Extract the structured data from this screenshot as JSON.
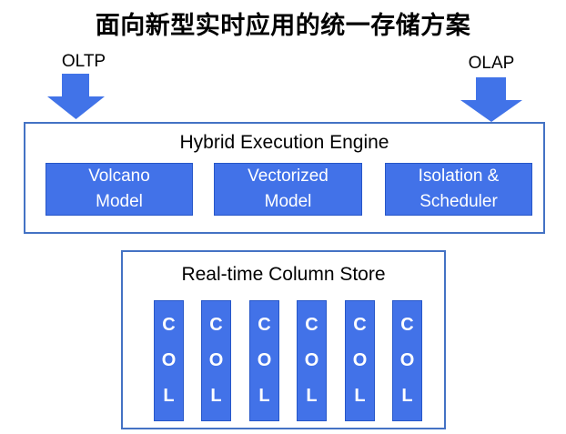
{
  "title": "面向新型实时应用的统一存储方案",
  "workloads": {
    "oltp": {
      "label": "OLTP"
    },
    "olap": {
      "label": "OLAP"
    }
  },
  "engine": {
    "title": "Hybrid Execution Engine",
    "modules": [
      {
        "name": "volcano-model",
        "lines": [
          "Volcano",
          "Model"
        ]
      },
      {
        "name": "vectorized-model",
        "lines": [
          "Vectorized",
          "Model"
        ]
      },
      {
        "name": "isolation-scheduler",
        "lines": [
          "Isolation &",
          "Scheduler"
        ]
      }
    ]
  },
  "store": {
    "title": "Real-time Column Store",
    "columns": [
      {
        "letters": [
          "C",
          "O",
          "L"
        ]
      },
      {
        "letters": [
          "C",
          "O",
          "L"
        ]
      },
      {
        "letters": [
          "C",
          "O",
          "L"
        ]
      },
      {
        "letters": [
          "C",
          "O",
          "L"
        ]
      },
      {
        "letters": [
          "C",
          "O",
          "L"
        ]
      },
      {
        "letters": [
          "C",
          "O",
          "L"
        ]
      }
    ]
  },
  "colors": {
    "fill_blue": "#4272E8",
    "arrow_blue": "#4173E8",
    "inner_border_blue": "#2757C8",
    "outline_blue": "#4472C4",
    "text_black": "#000000",
    "text_white": "#FFFFFF",
    "background": "#FFFFFF"
  }
}
